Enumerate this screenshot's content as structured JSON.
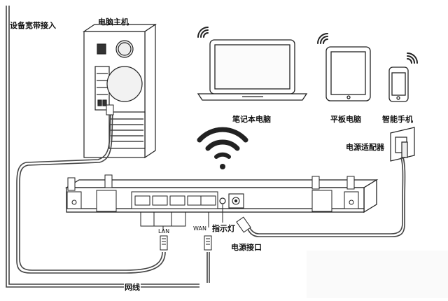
{
  "labels": {
    "broadband_input": "设备宽带接入",
    "pc_host": "电脑主机",
    "laptop": "笔记本电脑",
    "tablet": "平板电脑",
    "smartphone": "智能手机",
    "power_adapter": "电源适配器",
    "indicator_light": "指示灯",
    "power_port": "电源接口",
    "network_cable": "网线",
    "lan": "LAN",
    "wan": "WAN"
  },
  "colors": {
    "line": "#222222",
    "cable": "#555555",
    "fill_light": "#f4f4f4",
    "fill_dark": "#333333"
  }
}
